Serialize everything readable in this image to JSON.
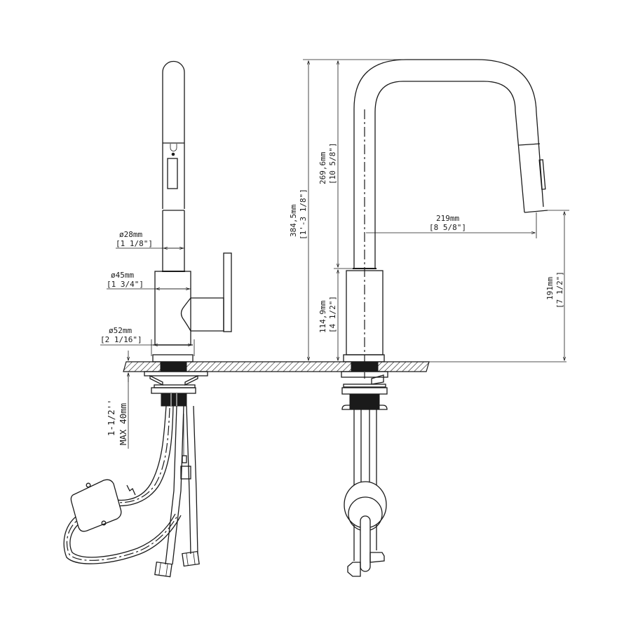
{
  "drawing": {
    "title": "Pull-down kitchen faucet dimension drawing",
    "views": [
      "side-view",
      "front-view"
    ]
  },
  "side_view": {
    "dims": {
      "spout_diameter": {
        "mm": "ø28mm",
        "in": "[1 1/8\"]"
      },
      "body_diameter": {
        "mm": "ø45mm",
        "in": "[1 3/4\"]"
      },
      "base_diameter": {
        "mm": "ø52mm",
        "in": "[2 1/16\"]"
      },
      "max_deck_thickness": {
        "line1": "1-1/2''",
        "line2": "MAX 40mm"
      }
    }
  },
  "front_view": {
    "dims": {
      "overall_height": {
        "mm": "384,5mm",
        "in": "[1'-3 1/8\"]"
      },
      "spout_height": {
        "mm": "269,6mm",
        "in": "[10 5/8\"]"
      },
      "body_height": {
        "mm": "114,9mm",
        "in": "[4 1/2\"]"
      },
      "spout_reach": {
        "mm": "219mm",
        "in": "[8 5/8\"]"
      },
      "aerator_height": {
        "mm": "191mm",
        "in": "[7 1/2\"]"
      }
    }
  },
  "colors": {
    "line": "#1a1a1a",
    "background": "#ffffff"
  }
}
